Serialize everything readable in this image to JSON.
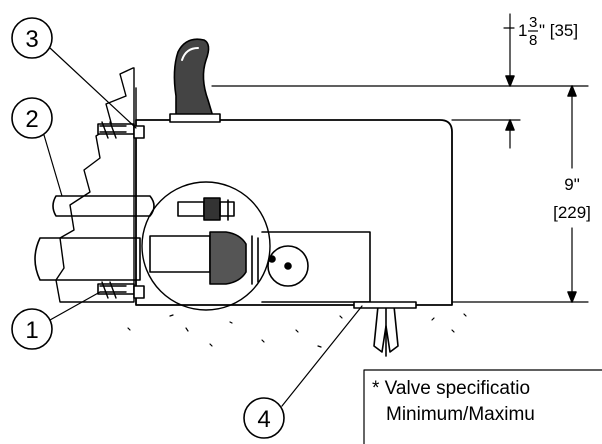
{
  "callouts": [
    "1",
    "2",
    "3",
    "4"
  ],
  "dimensions": {
    "top_offset": {
      "whole": "1",
      "numerator": "3",
      "denominator": "8",
      "suffix": "\" [35]"
    },
    "height": {
      "imperial": "9\"",
      "metric": "[229]"
    }
  },
  "note": {
    "line1": "* Valve specificatio",
    "line2": "Minimum/Maximu"
  }
}
